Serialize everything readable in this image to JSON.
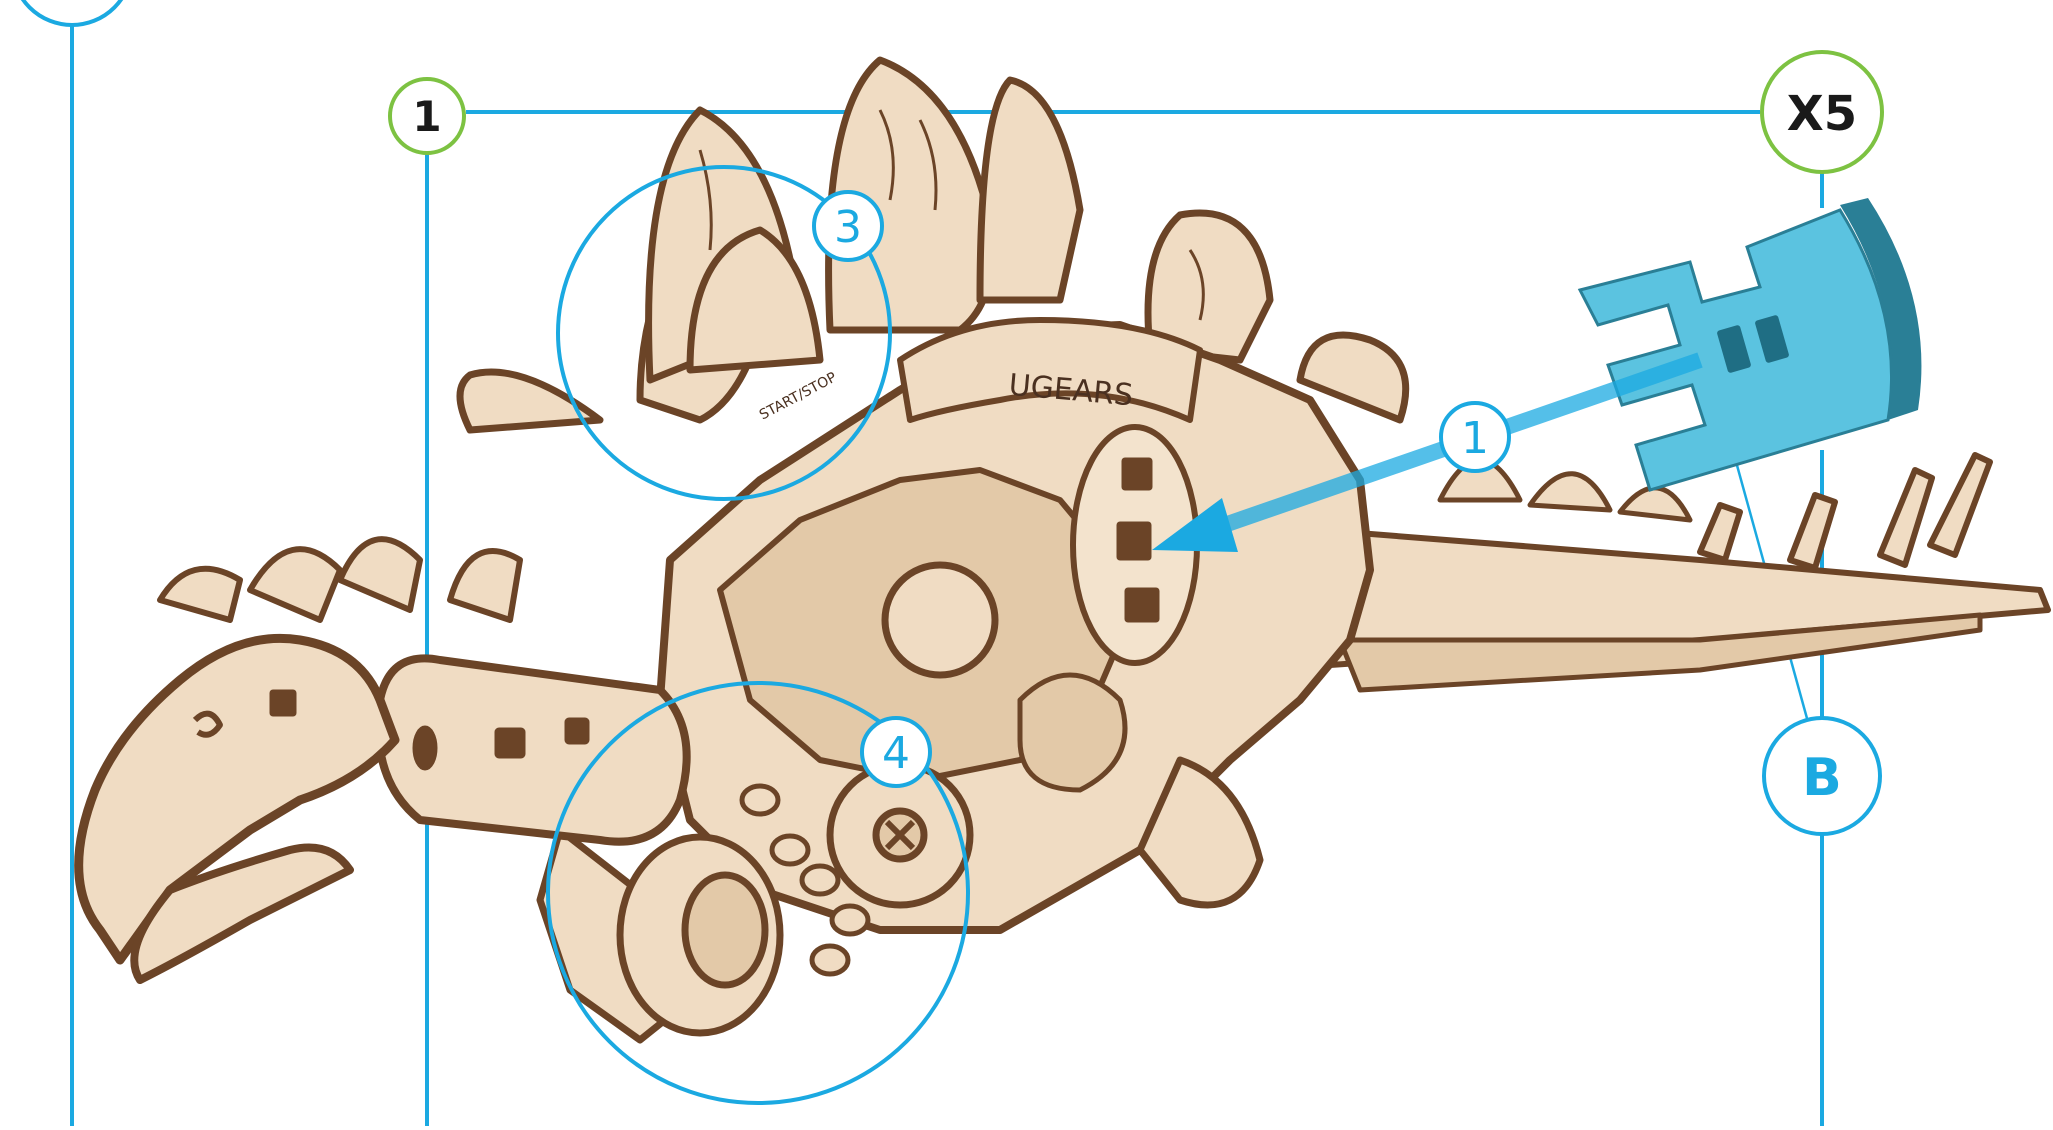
{
  "colors": {
    "blue": "#1ba9e1",
    "green": "#7dc242",
    "wood": "#f0dcc3",
    "wood_shade": "#e3c9a8",
    "wood_edge": "#6b4427",
    "part_blue": "#5bc3e0",
    "part_blue_dark": "#2a7f96",
    "text_dark": "#1a1a1a"
  },
  "labels": {
    "step_number": "1",
    "quantity": "X5",
    "callout_3": "3",
    "callout_4": "4",
    "arrow_callout": "1",
    "part_letter": "B",
    "brand_engraving": "UGEARS",
    "switch_engraving": "START/STOP"
  },
  "icons": {
    "part": "pin-part-icon",
    "model": "stegosaurus-model"
  }
}
